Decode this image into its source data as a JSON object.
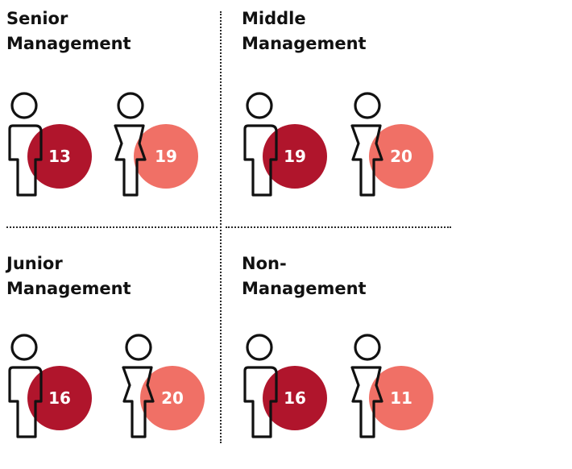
{
  "colors": {
    "male": "#b0152c",
    "female": "#f07066",
    "outline": "#111111"
  },
  "quadrants": [
    {
      "title_lines": [
        "Senior",
        "Management"
      ],
      "male_value": "13",
      "female_value": "19"
    },
    {
      "title_lines": [
        "Middle",
        "Management"
      ],
      "male_value": "19",
      "female_value": "20"
    },
    {
      "title_lines": [
        "Junior",
        "Management"
      ],
      "male_value": "16",
      "female_value": "20"
    },
    {
      "title_lines": [
        "Non-",
        "Management"
      ],
      "male_value": "16",
      "female_value": "11"
    }
  ],
  "icons": {
    "male": "male-person-icon",
    "female": "female-person-icon"
  }
}
